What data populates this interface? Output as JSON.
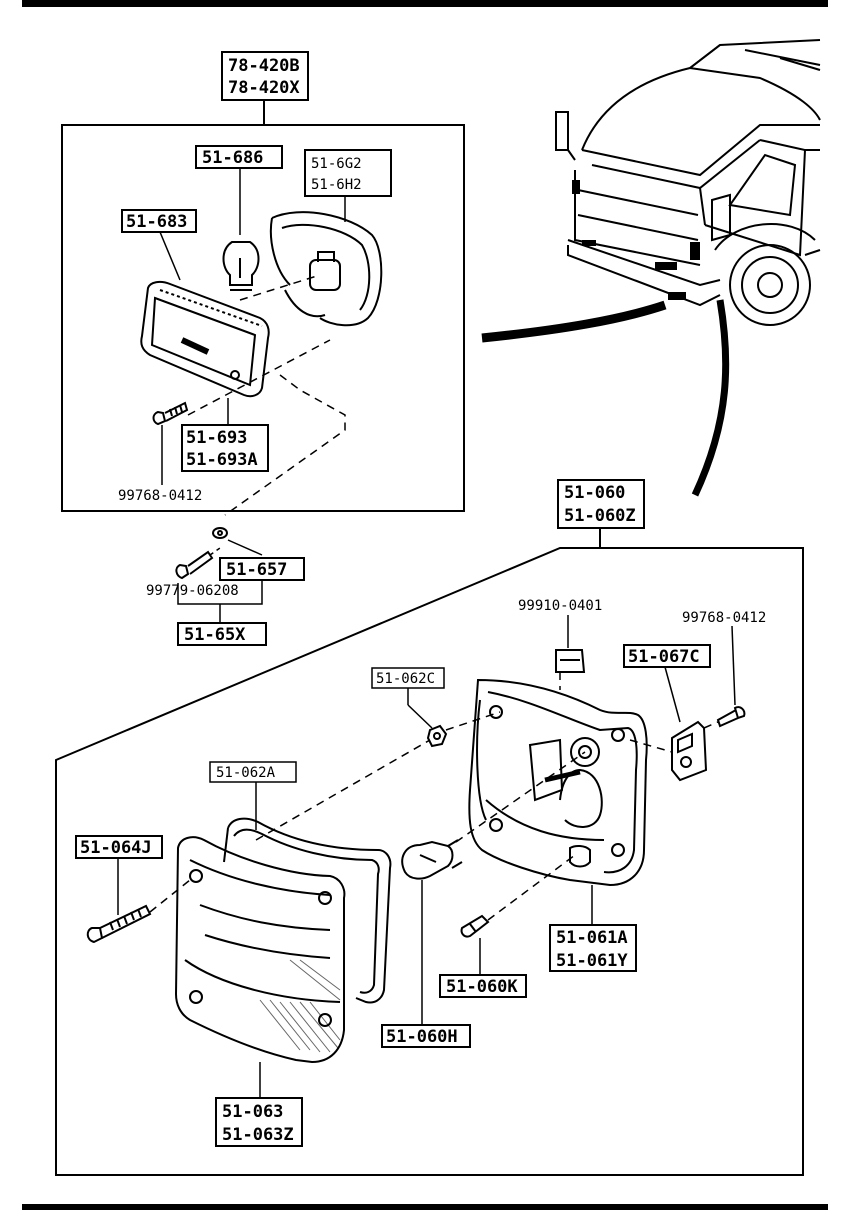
{
  "diagram": {
    "top_assembly": {
      "part_numbers": [
        "78-420B",
        "78-420X"
      ]
    },
    "bulb_small": {
      "part_number": "51-686"
    },
    "housing_small": {
      "part_numbers": [
        "51-6G2",
        "51-6H2"
      ]
    },
    "lens_small": {
      "part_number": "51-683"
    },
    "lamp_small": {
      "part_numbers": [
        "51-693",
        "51-693A"
      ]
    },
    "screw_small": {
      "part_number": "99768-0412"
    },
    "washer": {
      "part_number": "51-657"
    },
    "screw_washer": {
      "part_number": "99779-06208"
    },
    "kit_small": {
      "part_number": "51-65X"
    },
    "bottom_assembly": {
      "part_numbers": [
        "51-060",
        "51-060Z"
      ]
    },
    "grommet": {
      "part_number": "99910-0401"
    },
    "screw_bracket": {
      "part_number": "99768-0412"
    },
    "bracket": {
      "part_number": "51-067C"
    },
    "nut": {
      "part_number": "51-062C"
    },
    "gasket": {
      "part_number": "51-062A"
    },
    "lens_screw": {
      "part_number": "51-064J"
    },
    "lamp_body": {
      "part_numbers": [
        "51-061A",
        "51-061Y"
      ]
    },
    "small_bulb": {
      "part_number": "51-060K"
    },
    "bulb_large": {
      "part_number": "51-060H"
    },
    "lens_large": {
      "part_numbers": [
        "51-063",
        "51-063Z"
      ]
    }
  }
}
